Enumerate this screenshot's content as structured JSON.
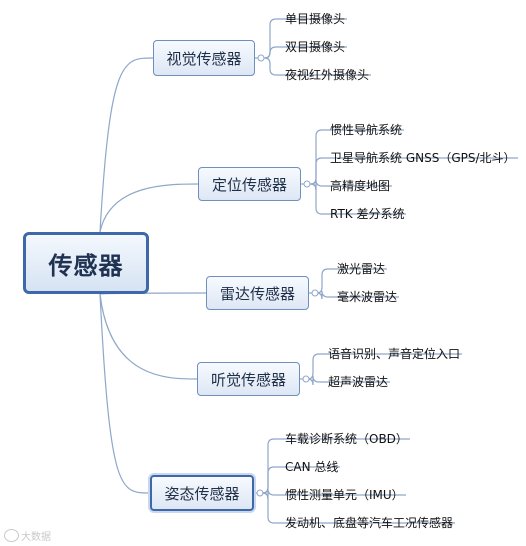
{
  "root": {
    "label": "传感器"
  },
  "categories": [
    {
      "label": "视觉传感器",
      "leaves": [
        "单目摄像头",
        "双目摄像头",
        "夜视红外摄像头"
      ]
    },
    {
      "label": "定位传感器",
      "leaves": [
        "惯性导航系统",
        "卫星导航系统 GNSS（GPS/北斗）",
        "高精度地图",
        "RTK 差分系统"
      ]
    },
    {
      "label": "雷达传感器",
      "leaves": [
        "激光雷达",
        "毫米波雷达"
      ]
    },
    {
      "label": "听觉传感器",
      "leaves": [
        "语音识别、声音定位入口",
        "超声波雷达"
      ]
    },
    {
      "label": "姿态传感器",
      "leaves": [
        "车载诊断系统（OBD）",
        "CAN 总线",
        "惯性测量单元（IMU）",
        "发动机、底盘等汽车工况传感器"
      ]
    }
  ],
  "colors": {
    "line": "#8fa7c9",
    "box_border": "#3f68a8",
    "text": "#1f2f48"
  },
  "watermark": {
    "text": "大数据"
  }
}
